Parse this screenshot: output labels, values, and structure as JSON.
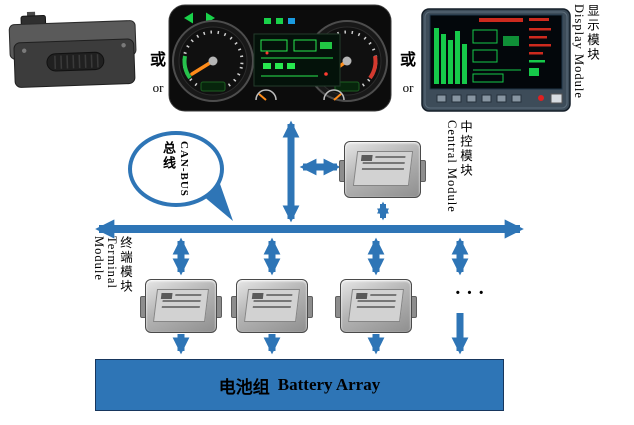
{
  "colors": {
    "accent": "#2e75b6",
    "screen_green": "#27e84f",
    "alert_red": "#cc2a1e",
    "device_dark": "#101010"
  },
  "labels": {
    "or_left": {
      "cn": "或",
      "en": "or"
    },
    "or_right": {
      "cn": "或",
      "en": "or"
    },
    "display_module": {
      "cn": "显示模块",
      "en": "Display Module"
    },
    "central_module": {
      "cn": "中控模块",
      "en": "Central Module"
    },
    "terminal_module": {
      "cn": "终端模块",
      "en": "Terminal Module"
    },
    "can_bus": {
      "cn": "总线",
      "en": "CAN-BUS"
    },
    "battery": {
      "cn": "电池组",
      "en": "Battery Array"
    },
    "more_modules": "···"
  }
}
